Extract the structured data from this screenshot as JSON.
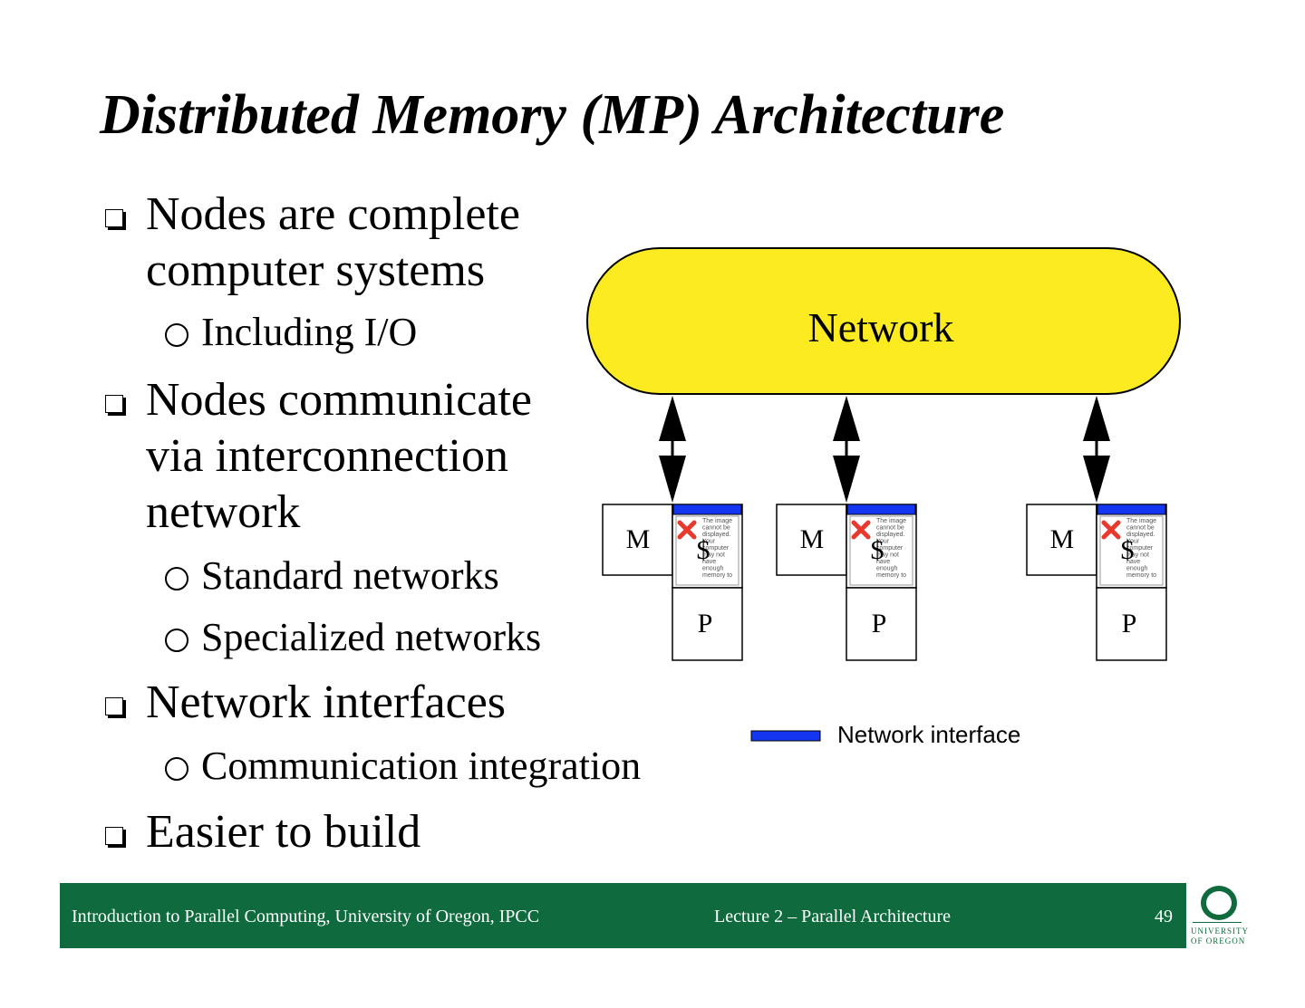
{
  "slide": {
    "title": "Distributed Memory (MP) Architecture",
    "bullets": [
      {
        "level": 1,
        "lines": [
          "Nodes are complete",
          "computer systems"
        ]
      },
      {
        "level": 2,
        "text": "Including I/O"
      },
      {
        "level": 1,
        "lines": [
          "Nodes communicate",
          "via interconnection",
          "network"
        ]
      },
      {
        "level": 2,
        "text": "Standard networks"
      },
      {
        "level": 2,
        "text": "Specialized networks"
      },
      {
        "level": 1,
        "lines": [
          "Network interfaces"
        ]
      },
      {
        "level": 2,
        "text": "Communication integration"
      },
      {
        "level": 1,
        "lines": [
          "Easier to build"
        ]
      }
    ]
  },
  "diagram": {
    "network_label": "Network",
    "node_memory_label": "M",
    "node_cache_label": "$",
    "node_processor_label": "P",
    "broken_image_text": [
      "The image",
      "cannot be",
      "displayed.",
      "Your",
      "computer",
      "may not",
      "have",
      "enough",
      "memory to"
    ],
    "legend_label": "Network interface",
    "colors": {
      "network_fill": "#fdeb22",
      "interface": "#1436f0",
      "broken_icon": "#e8392d"
    }
  },
  "footer": {
    "left_text": "Introduction to Parallel Computing, University of Oregon, IPCC",
    "center_text": "Lecture 2 – Parallel Architecture",
    "page_number": "49",
    "logo_letter": "O",
    "logo_line1": "UNIVERSITY",
    "logo_line2": "OF OREGON"
  }
}
